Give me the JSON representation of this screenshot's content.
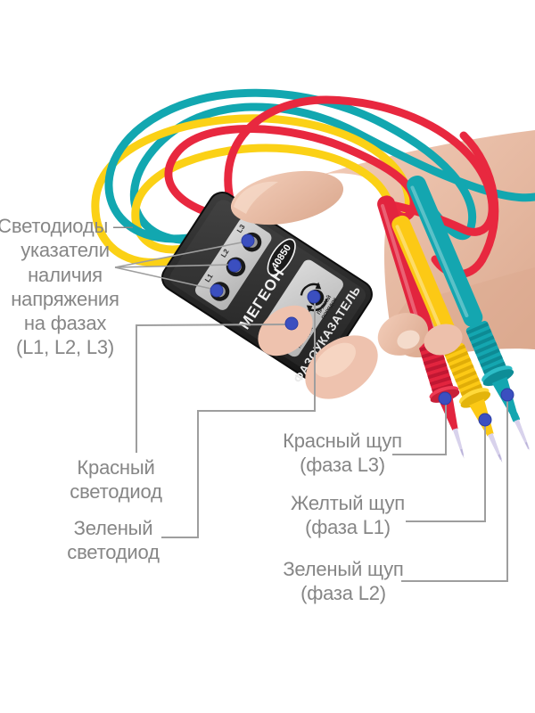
{
  "annotations": {
    "led_group": [
      "Светодиоды —",
      "указатели",
      "наличия",
      "напряжения",
      "на фазах",
      "(L1, L2, L3)"
    ],
    "red_led": [
      "Красный",
      "светодиод"
    ],
    "green_led": [
      "Зеленый",
      "светодиод"
    ],
    "red_probe": [
      "Красный щуп",
      "(фаза L3)"
    ],
    "yellow_probe": [
      "Желтый щуп",
      "(фаза L1)"
    ],
    "green_probe": [
      "Зеленый щуп",
      "(фаза L2)"
    ]
  },
  "device": {
    "brand": "МЕГЕОН",
    "model": "40850",
    "product": "ФАЗОУКАЗАТЕЛЬ",
    "led_labels": [
      "L3",
      "L2",
      "L1"
    ],
    "reverse_order": [
      "ОБРАТНЫЙ",
      "ПОРЯДОК"
    ],
    "forward_order": [
      "ПРЯМОЙ",
      "ПОРЯДОК"
    ]
  },
  "colors": {
    "background": "#ffffff",
    "label_text_gray": "#868686",
    "connector_line_gray": "#9e9e9e",
    "marker_blue": "#3b4fc0",
    "wire_red": "#e8283f",
    "wire_yellow": "#fbd116",
    "wire_teal": "#12a7b0",
    "device_body_dark": "#2b2b2b",
    "device_panel_gray": "#c9c9c9",
    "skin": "#e9bba6"
  }
}
